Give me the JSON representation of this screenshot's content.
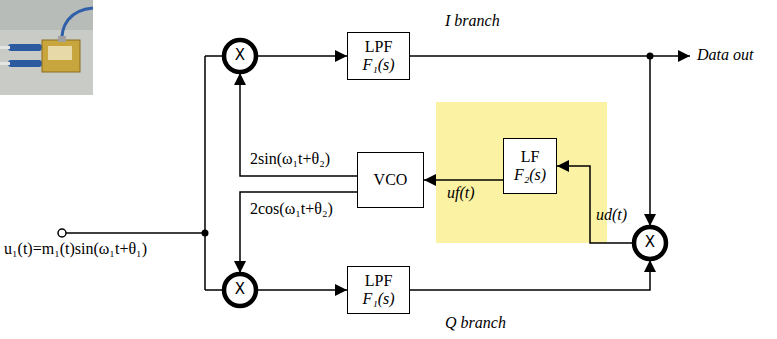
{
  "diagram": {
    "nodes": [
      {
        "text": [
          "X"
        ]
      },
      {
        "text": [
          "LPF",
          "F₁(s)"
        ]
      },
      {
        "text": [
          "VCO"
        ]
      },
      {
        "text": [
          "LF",
          "F₂(s)"
        ]
      },
      {
        "text": [
          "X"
        ]
      },
      {
        "text": [
          "X"
        ]
      },
      {
        "text": [
          "LPF",
          "F₁(s)"
        ]
      }
    ],
    "edges": [
      {
        "from": 0,
        "to": 1,
        "arrow": "to"
      },
      {
        "from": 1,
        "to": 4,
        "arrow": "to"
      },
      {
        "from": 5,
        "to": 6,
        "arrow": "to"
      },
      {
        "from": 6,
        "to": 4,
        "arrow": "to"
      },
      {
        "from": 4,
        "to": 3,
        "arrow": "to"
      },
      {
        "from": 3,
        "to": 2,
        "arrow": "to"
      },
      {
        "from": 2,
        "to": 0,
        "arrow": "to",
        "label": "2sin(ω₁t+θ₂)"
      },
      {
        "from": 2,
        "to": 5,
        "arrow": "to",
        "label": "2cos(ω₁t+θ₂)"
      }
    ],
    "labels": [
      "I branch",
      "Data out",
      "u₁(t)=m₁(t)sin(ω₁t+θ₁)",
      "uf(t)",
      "ud(t)",
      "Q branch"
    ]
  }
}
